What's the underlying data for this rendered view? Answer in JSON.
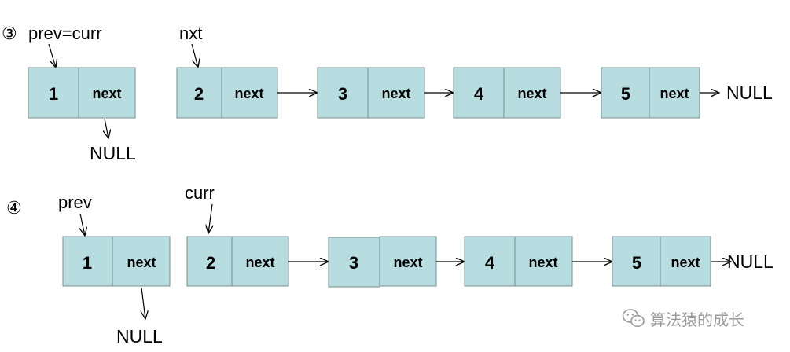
{
  "colors": {
    "node_fill": "#b7dde0",
    "node_stroke": "#7a8f91",
    "text": "#000000",
    "watermark": "#9a9a9a"
  },
  "watermark": {
    "icon": "wechat-icon",
    "text": "算法猿的成长"
  },
  "steps": [
    {
      "id": "step3",
      "marker": "③",
      "pointers": [
        {
          "name": "prev-curr-pointer",
          "label": "prev=curr"
        },
        {
          "name": "nxt-pointer",
          "label": "nxt"
        }
      ],
      "detached_node": {
        "value": "1",
        "next": "next",
        "null_label": "NULL"
      },
      "chain": [
        {
          "value": "2",
          "next": "next"
        },
        {
          "value": "3",
          "next": "next"
        },
        {
          "value": "4",
          "next": "next"
        },
        {
          "value": "5",
          "next": "next"
        }
      ],
      "tail_null": "NULL"
    },
    {
      "id": "step4",
      "marker": "④",
      "pointers": [
        {
          "name": "prev-pointer",
          "label": "prev"
        },
        {
          "name": "curr-pointer",
          "label": "curr"
        }
      ],
      "detached_node": {
        "value": "1",
        "next": "next",
        "null_label": "NULL"
      },
      "chain": [
        {
          "value": "2",
          "next": "next"
        },
        {
          "value": "3",
          "next": "next"
        },
        {
          "value": "4",
          "next": "next"
        },
        {
          "value": "5",
          "next": "next"
        }
      ],
      "tail_null": "NULL"
    }
  ]
}
